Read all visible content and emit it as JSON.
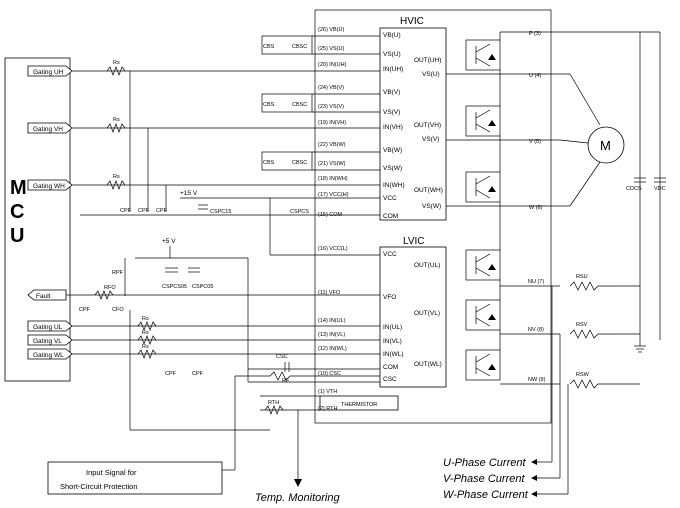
{
  "mcu": {
    "letters": [
      "M",
      "C",
      "U"
    ],
    "outputs": [
      "Gating UH",
      "Gating VH",
      "Gating WH"
    ],
    "input": "Fault",
    "low_outputs": [
      "Gating UL",
      "Gating VL",
      "Gating WL"
    ]
  },
  "hvic": {
    "title": "HVIC",
    "left_pins": [
      "VB(U)",
      "VS(U)",
      "IN(UH)",
      "VB(V)",
      "VS(V)",
      "IN(VH)",
      "VB(W)",
      "VS(W)",
      "IN(WH)",
      "VCC",
      "COM"
    ],
    "right_pins": [
      "OUT(UH)",
      "VS(U)",
      "OUT(VH)",
      "VS(V)",
      "OUT(WH)",
      "VS(W)"
    ]
  },
  "lvic": {
    "title": "LVIC",
    "left_pins": [
      "VCC",
      "VFO",
      "IN(UL)",
      "IN(VL)",
      "IN(WL)",
      "COM",
      "CSC"
    ],
    "right_pins": [
      "OUT(UL)",
      "OUT(VL)",
      "OUT(WL)"
    ],
    "thermistor": "THERMISTOR"
  },
  "module_pins": {
    "left": [
      "(26) VB(U)",
      "(25) VS(U)",
      "(20) IN(UH)",
      "(24) VB(V)",
      "(23) VS(V)",
      "(19) IN(VH)",
      "(22) VB(W)",
      "(21) VS(W)",
      "(18) IN(WH)",
      "(17) VCC(H)",
      "(15) COM",
      "(16) VCC(L)",
      "(11) VFO",
      "(14) IN(UL)",
      "(13) IN(VL)",
      "(12) IN(WL)",
      "(10) CSC",
      "(1) VTH",
      "(2) RTH"
    ],
    "right": [
      "P (3)",
      "U (4)",
      "V (5)",
      "W (6)",
      "NU (7)",
      "NV (8)",
      "NW (9)"
    ]
  },
  "components": {
    "rs": "Rs",
    "rpf": "RPF",
    "rfo": "RFO",
    "cpf": "CPF",
    "cfo": "CFO",
    "cbs": "CBS",
    "cbsc": "CBSC",
    "csc": "CSC",
    "rf": "RF",
    "rth": "RTH",
    "rsu": "RSU",
    "rsv": "RSV",
    "rsw": "RSW",
    "cdcs": "CDCS",
    "cdc": "VDC",
    "cspcs": "CSPCS",
    "cspcs15": "CSPC15",
    "cspc05": "CSPC05",
    "cspcs05": "CSPCS05",
    "motor": "M",
    "plus15": "+15 V",
    "plus5": "+5 V"
  },
  "labels": {
    "short_circuit_box": "Input Signal for\nShort-Circuit Protection",
    "temp_monitoring": "Temp. Monitoring",
    "u_phase": "U-Phase Current",
    "v_phase": "V-Phase Current",
    "w_phase": "W-Phase Current"
  }
}
